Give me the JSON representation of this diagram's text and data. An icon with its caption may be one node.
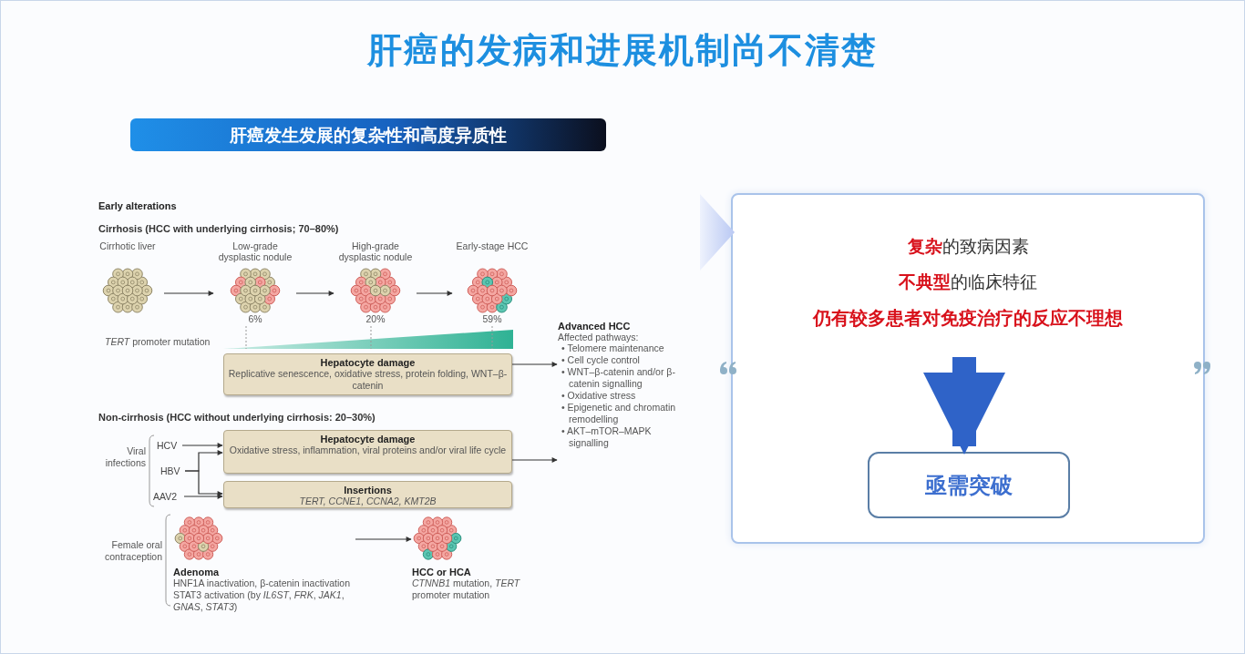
{
  "diagram": {
    "title": "肝癌的发病和进展机制尚不清楚",
    "nodes": [
      {
        "text": [
          "肝癌发生发展的复杂性和高度异质性"
        ]
      },
      {
        "text": [
          "Cirrhotic liver"
        ]
      },
      {
        "text": [
          "Low-grade dysplastic nodule"
        ],
        "beside": [
          "6%"
        ]
      },
      {
        "text": [
          "High-grade dysplastic nodule"
        ],
        "beside": [
          "20%"
        ]
      },
      {
        "text": [
          "Early-stage HCC"
        ],
        "beside": [
          "59%"
        ]
      },
      {
        "text": [
          "Hepatocyte damage",
          "Replicative senescence, oxidative stress, protein folding, WNT–β-catenin"
        ]
      },
      {
        "text": [
          "Advanced HCC",
          "Affected pathways:",
          "• Telomere maintenance",
          "• Cell cycle control",
          "• WNT–β-catenin and/or β-catenin signalling",
          "• Oxidative stress",
          "• Epigenetic and chromatin remodelling",
          "• AKT–mTOR–MAPK signalling"
        ]
      },
      {
        "text": [
          "HCV"
        ]
      },
      {
        "text": [
          "HBV"
        ]
      },
      {
        "text": [
          "AAV2"
        ]
      },
      {
        "text": [
          "Hepatocyte damage",
          "Oxidative stress, inflammation, viral proteins and/or viral life cycle"
        ]
      },
      {
        "text": [
          "Insertions",
          "TERT, CCNE1, CCNA2, KMT2B"
        ]
      },
      {
        "text": [
          "Adenoma",
          "HNF1A inactivation, β-catenin inactivation STAT3 activation (by *IL6ST*, *FRK*, *JAK1*, *GNAS*, *STAT3*)"
        ]
      },
      {
        "text": [
          "HCC or HCA",
          "*CTNNB1* mutation, *TERT* promoter mutation"
        ]
      },
      {
        "text": [
          "**复杂**的致病因素",
          "**不典型**的临床特征",
          "仍有较多患者对免疫治疗的反应不理想"
        ]
      },
      {
        "text": [
          "亟需突破"
        ],
        "in": 14
      }
    ],
    "edges": [
      {
        "from": 1,
        "to": 2,
        "arrow": "to"
      },
      {
        "from": 2,
        "to": 3,
        "arrow": "to"
      },
      {
        "from": 3,
        "to": 4,
        "arrow": "to"
      },
      {
        "from": 5,
        "to": 6,
        "arrow": "to"
      },
      {
        "from": 7,
        "to": 10,
        "arrow": "to"
      },
      {
        "from": 8,
        "to": 10,
        "arrow": "to"
      },
      {
        "from": 8,
        "to": 11,
        "arrow": "to"
      },
      {
        "from": 9,
        "to": 11,
        "arrow": "to"
      },
      {
        "from": 10,
        "to": 6,
        "arrow": "to"
      },
      {
        "from": 12,
        "to": 13,
        "arrow": "to"
      },
      {
        "from": null,
        "to": 15,
        "arrow": "to",
        "style": "thick",
        "color": "#2f63c8"
      }
    ],
    "labels": [
      "Early alterations",
      "Cirrhosis (HCC with underlying cirrhosis; 70–80%)",
      "*TERT* promoter mutation",
      "Non-cirrhosis (HCC without underlying cirrhosis: 20–30%)",
      "Viral infections",
      "Female oral contraception"
    ]
  }
}
